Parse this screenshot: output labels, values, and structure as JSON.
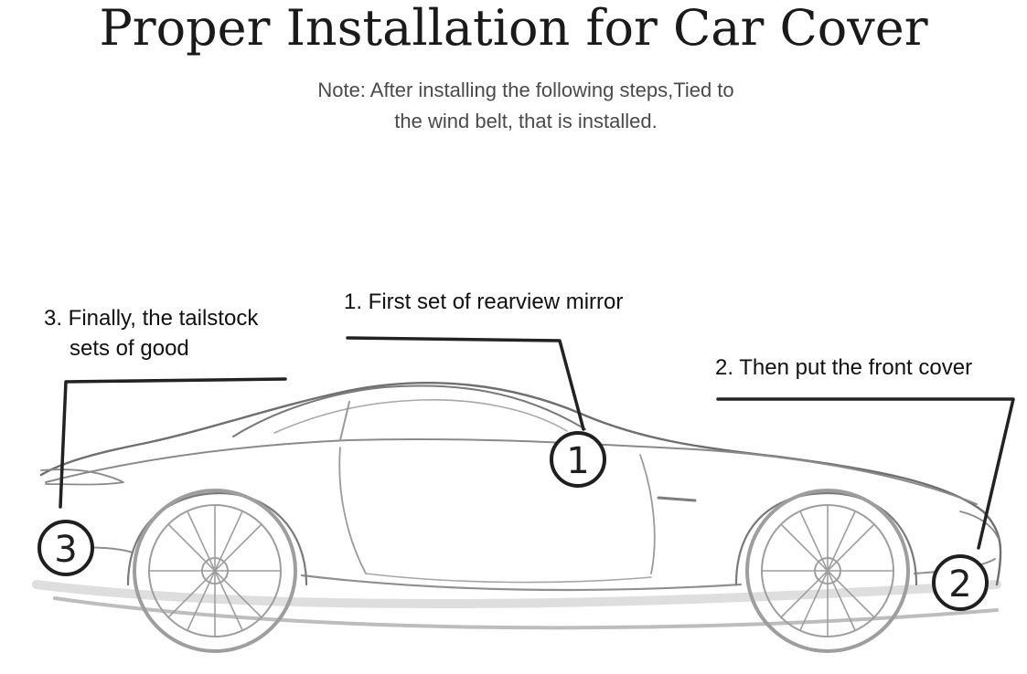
{
  "title": "Proper Installation for Car Cover",
  "note": {
    "line1": "Note: After installing the following steps,Tied to",
    "line2": "the wind belt, that is installed."
  },
  "steps": [
    {
      "number": "1",
      "lines": [
        "1. First set of rearview mirror"
      ]
    },
    {
      "number": "2",
      "lines": [
        "2. Then put the front cover"
      ]
    },
    {
      "number": "3",
      "lines": [
        "3. Finally, the tailstock",
        "sets of good"
      ]
    }
  ],
  "colors": {
    "title": "#1a1a1a",
    "note": "#4a4a4a",
    "label": "#111111",
    "leader": "#222222",
    "sketch": "#9a9a9a"
  }
}
